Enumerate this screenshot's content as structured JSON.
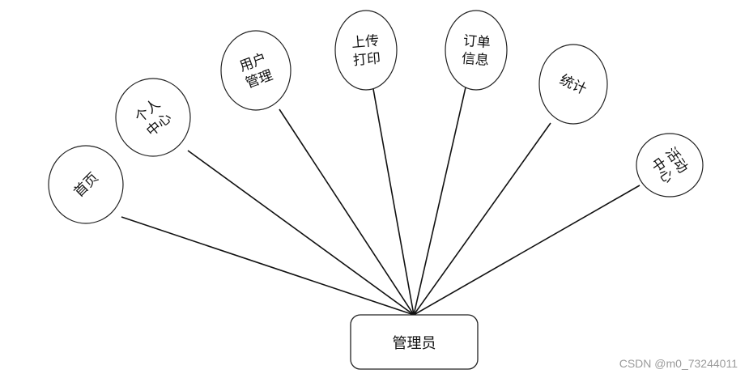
{
  "diagram": {
    "root": {
      "label": "管理员"
    },
    "nodes": [
      {
        "id": "home",
        "lines": [
          "首页"
        ]
      },
      {
        "id": "personal-center",
        "lines": [
          "个人",
          "中心"
        ]
      },
      {
        "id": "user-management",
        "lines": [
          "用户",
          "管理"
        ]
      },
      {
        "id": "upload-print",
        "lines": [
          "上传",
          "打印"
        ]
      },
      {
        "id": "order-info",
        "lines": [
          "订单",
          "信息"
        ]
      },
      {
        "id": "statistics",
        "lines": [
          "统计"
        ]
      },
      {
        "id": "activity-center",
        "lines": [
          "活动",
          "中心"
        ]
      }
    ]
  },
  "watermark": "CSDN @m0_73244011"
}
